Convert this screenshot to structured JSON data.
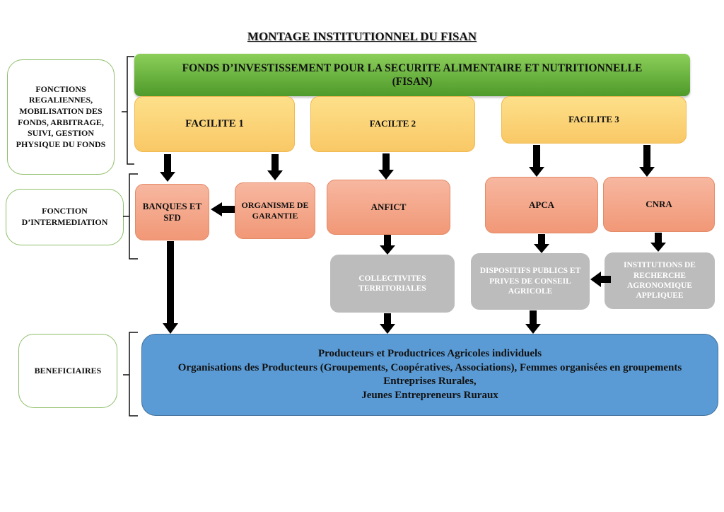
{
  "title": "MONTAGE INSTITUTIONNEL DU FISAN",
  "side_labels": {
    "fonctions": "FONCTIONS REGALIENNES, MOBILISATION DES FONDS, ARBITRAGE, SUIVI, GESTION PHYSIQUE DU FONDS",
    "intermediation": "FONCTION D’INTERMEDIATION",
    "beneficiaires": "BENEFICIAIRES"
  },
  "fund": {
    "line1": "FONDS D’INVESTISSEMENT POUR LA SECURITE ALIMENTAIRE ET NUTRITIONNELLE",
    "line2": "(FISAN)"
  },
  "facilities": [
    "FACILITE 1",
    "FACILTE 2",
    "FACILITE 3"
  ],
  "intermediaries": {
    "banques": "BANQUES ET SFD",
    "garantie": "ORGANISME DE GARANTIE",
    "anfict": "ANFICT",
    "apca": "APCA",
    "cnra": "CNRA"
  },
  "support": {
    "collectivites": "COLLECTIVITES TERRITORIALES",
    "dispositifs": "DISPOSITIFS PUBLICS ET PRIVES DE CONSEIL AGRICOLE",
    "institutions": "INSTITUTIONS DE RECHERCHE AGRONOMIQUE APPLIQUEE"
  },
  "beneficiaries": [
    "Producteurs et Productrices Agricoles individuels",
    "Organisations des Producteurs (Groupements, Coopératives, Associations), Femmes organisées en groupements",
    "Entreprises Rurales,",
    "Jeunes Entrepreneurs Ruraux"
  ],
  "colors": {
    "fund": "#6fb640",
    "facility": "#fcd57a",
    "intermediary": "#f4a98c",
    "support": "#bcbcbc",
    "beneficiaries": "#5b9bd5",
    "side_border": "#8fbf6a"
  }
}
